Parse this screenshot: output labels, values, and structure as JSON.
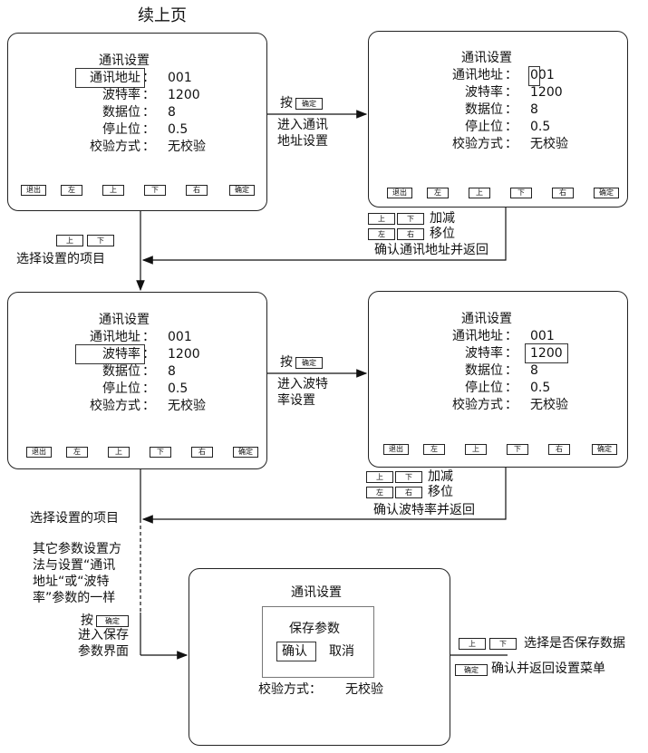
{
  "header": "续上页",
  "screen": {
    "title": "通讯设置",
    "fields": [
      {
        "label": "通讯地址",
        "value": "001"
      },
      {
        "label": "波特率",
        "value": "1200"
      },
      {
        "label": "数据位",
        "value": "8"
      },
      {
        "label": "停止位",
        "value": "0.5"
      },
      {
        "label": "校验方式",
        "value": "无校验"
      }
    ],
    "colon": "：",
    "buttons": [
      "退出",
      "左",
      "上",
      "下",
      "右",
      "确定"
    ]
  },
  "keys": {
    "up": "上",
    "down": "下",
    "left": "左",
    "right": "右",
    "confirm": "确定"
  },
  "notes": {
    "press": "按",
    "enter_address_1": "进入通讯",
    "enter_address_2": "地址设置",
    "enter_baud_1": "进入波特",
    "enter_baud_2": "率设置",
    "inc_dec": "加减",
    "shift": "移位",
    "confirm_address": "确认通讯地址并返回",
    "confirm_baud": "确认波特率并返回",
    "select_item": "选择设置的项目",
    "other_params": [
      "其它参数设置方",
      "法与设置“通讯",
      "地址“或“波特",
      "率”参数的一样"
    ],
    "enter_save_1": "进入保存",
    "enter_save_2": "参数界面",
    "choose_save": "选择是否保存数据",
    "confirm_return": "确认并返回设置菜单"
  },
  "save_screen": {
    "title": "通讯设置",
    "heading": "保存参数",
    "confirm": "确认",
    "cancel": "取消",
    "footer_label": "校验方式：",
    "footer_value": "无校验"
  }
}
